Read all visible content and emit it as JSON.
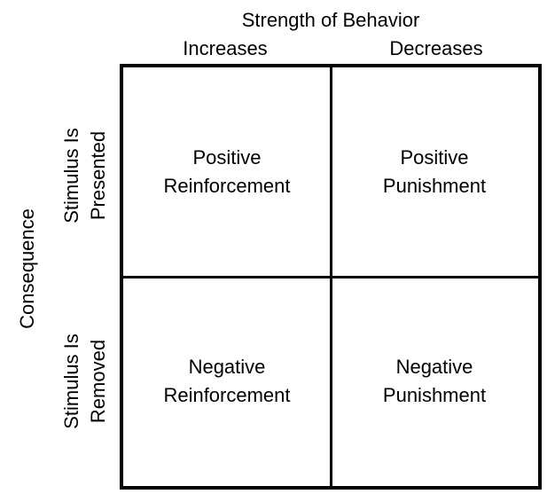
{
  "matrix": {
    "column_axis": {
      "label": "Strength of Behavior",
      "columns": [
        "Increases",
        "Decreases"
      ]
    },
    "row_axis": {
      "label": "Consequence",
      "rows": [
        {
          "lines": [
            "Stimulus Is",
            "Presented"
          ]
        },
        {
          "lines": [
            "Stimulus Is",
            "Removed"
          ]
        }
      ]
    },
    "cells": [
      {
        "lines": [
          "Positive",
          "Reinforcement"
        ]
      },
      {
        "lines": [
          "Positive",
          "Punishment"
        ]
      },
      {
        "lines": [
          "Negative",
          "Reinforcement"
        ]
      },
      {
        "lines": [
          "Negative",
          "Punishment"
        ]
      }
    ],
    "colors": {
      "line": "#000000",
      "text": "#000000",
      "background": "#ffffff"
    }
  }
}
